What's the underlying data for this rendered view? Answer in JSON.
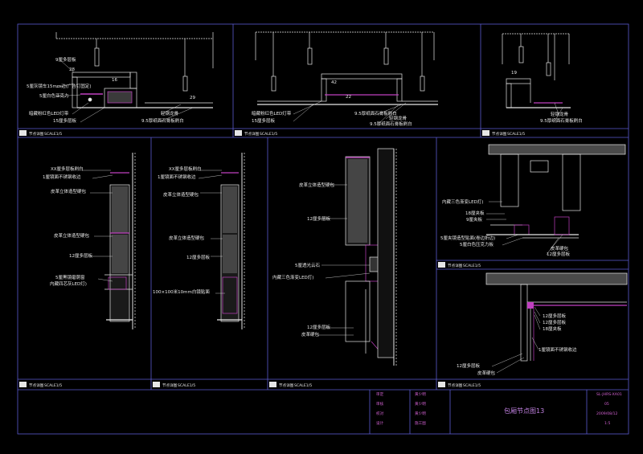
{
  "colors": {
    "background": "#000000",
    "frame": "#5a5ad0",
    "line": "#e6e6e6",
    "accent_magenta": "#c040c0",
    "accent_cyan": "#40c0c0",
    "fill_speckle": "#9a9a9a"
  },
  "tag_text": "节点详图",
  "tag_scale": "SCALE1/5",
  "details": {
    "d1": {
      "labels": [
        "9厘多层板",
        "5厘灰镜车15mm边(广告钉固定)",
        "5厘白色亚克力",
        "暗藏粉红色LED灯带",
        "15厘多层板",
        "轻钢龙骨",
        "9.5厚纸面石膏板刷白"
      ],
      "small": [
        "28",
        "16",
        "29"
      ]
    },
    "d2": {
      "labels": [
        "暗藏粉红色LED灯带",
        "15厘多层板",
        "9.5厚纸面石膏板刷白",
        "轻钢龙骨",
        "9.5厚纸面石膏板刷白"
      ],
      "small": [
        "42",
        "22"
      ]
    },
    "d3": {
      "labels": [
        "轻钢龙骨",
        "9.5厚纸面石膏板刷白"
      ],
      "small": [
        "19"
      ]
    },
    "d4": {
      "labels": [
        "XX厘多层板刷白",
        "1厘镜面不锈钢收边",
        "皮革立体造型硬包",
        "皮革立体造型硬包",
        "12厘多层板",
        "5厘黑镜磨荫窗",
        "内藏四芯灰LED灯)"
      ]
    },
    "d5": {
      "labels": [
        "XX厘多层板刷白",
        "1厘镜面不锈钢收边",
        "皮革立体造型硬包",
        "皮革立体造型硬包",
        "12厘多层板",
        "100×100米10mm白镜贴面"
      ]
    },
    "d6": {
      "labels": [
        "皮革立体造型硬包",
        "12厘多层板",
        "5厘透光云石",
        "内藏三色渐变LED灯)",
        "12厘多层板",
        "皮革硬包"
      ]
    },
    "d7": {
      "labels": [
        "内藏三色渐变LED灯)",
        "18厘夹板",
        "9厘夹板",
        "5厘夹镜造型贴面(卷边折边)",
        "5厘白色压克力板",
        "皮革硬包",
        "12厘多层板"
      ]
    },
    "d8": {
      "labels": [
        "12厘多层板",
        "12厘多层板",
        "18厘夹板",
        "1厘镜面不锈钢收边",
        "12厘多层板",
        "皮革硬包"
      ]
    }
  },
  "title_block": {
    "col1": [
      "审定",
      "审核",
      "校对",
      "设计"
    ],
    "col2": [
      "黄少明",
      "黄少明",
      "黄少明",
      "施工图"
    ],
    "drawing_title": "包厢节点图13",
    "right": [
      "SL-JHRS-XA01",
      "05",
      "2009/08/12",
      "1:5"
    ]
  }
}
